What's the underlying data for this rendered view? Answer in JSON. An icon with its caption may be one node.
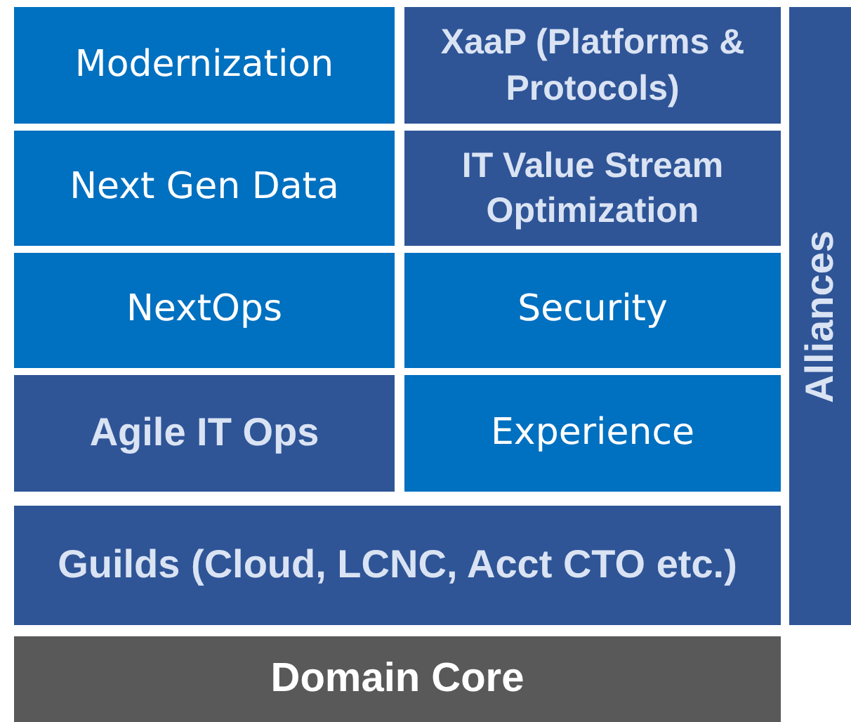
{
  "diagram": {
    "nodes": [
      {
        "text": [
          "Modernization"
        ]
      },
      {
        "text": [
          "XaaP (Platforms & Protocols)"
        ]
      },
      {
        "text": [
          "Next Gen Data"
        ]
      },
      {
        "text": [
          "IT Value Stream Optimization"
        ]
      },
      {
        "text": [
          "NextOps"
        ]
      },
      {
        "text": [
          "Security"
        ]
      },
      {
        "text": [
          "Agile IT Ops"
        ]
      },
      {
        "text": [
          "Experience"
        ]
      },
      {
        "text": [
          "Guilds (Cloud, LCNC, Acct CTO etc.)"
        ]
      },
      {
        "text": [
          "Domain Core"
        ]
      },
      {
        "text": [
          "Alliances"
        ]
      }
    ]
  }
}
